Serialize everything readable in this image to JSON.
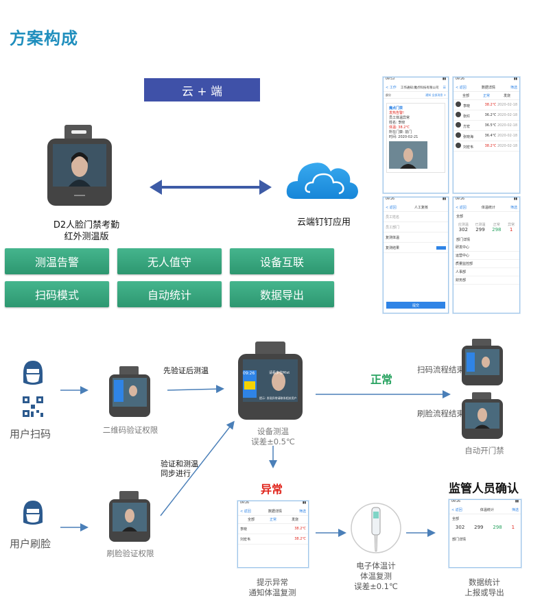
{
  "title": "方案构成",
  "banner": "云 + 端",
  "device_label": [
    "D2人脸门禁考勤",
    "红外测温版"
  ],
  "cloud_label": "云端钉钉应用",
  "features": [
    "测温告警",
    "无人值守",
    "设备互联",
    "扫码模式",
    "自动统计",
    "数据导出"
  ],
  "flow": {
    "user_scan": "用户扫码",
    "user_face": "用户刷脸",
    "qr_verify": "二维码验证权限",
    "face_verify": "刷脸验证权限",
    "verify_then_temp": "先验证后测温",
    "verify_and_temp": [
      "验证和测温",
      "同步进行"
    ],
    "device_temp": [
      "设备测温",
      "误差±0.5℃"
    ],
    "normal": "正常",
    "abnormal": "异常",
    "scan_end": "扫码流程结束",
    "face_end": "刷脸流程结束",
    "auto_open": "自动开门禁",
    "prompt_abnormal": [
      "提示异常",
      "通知体温复测"
    ],
    "thermometer": [
      "电子体温计",
      "体温复测",
      "误差±0.1℃"
    ],
    "supervisor_confirm": "监管人员确认",
    "stats_export": [
      "数据统计",
      "上报或导出"
    ]
  },
  "device_screen": {
    "time": "09:26",
    "status": "请看多位Mist",
    "tip": "提示: 发现异常请联系相关用户"
  },
  "phone1": {
    "time": "09:53",
    "back": "< 工作",
    "title": "工作通知:魔点科技有限公司",
    "tab_left": "部分",
    "tab_right": "通知 全部消息 >",
    "msg_title": "魔点门禁",
    "msg_lines": [
      "发热告警!",
      "员工体温异常",
      "姓名: 李晓",
      "体温: 38.2℃",
      "所在门禁: 前门",
      "时间: 2020-02-21"
    ]
  },
  "phone2": {
    "back": "< 返回",
    "title": "数据详情",
    "action": "筛选",
    "tabs": [
      "全部",
      "正常",
      "发烧"
    ],
    "rows": [
      {
        "name": "李晓",
        "temp": "38.2℃",
        "date": "2020-02-18"
      },
      {
        "name": "张红",
        "temp": "36.2℃",
        "date": "2020-02-18"
      },
      {
        "name": "方宏",
        "temp": "36.5℃",
        "date": "2020-02-18"
      },
      {
        "name": "张晓海",
        "temp": "36.4℃",
        "date": "2020-02-18"
      },
      {
        "name": "刘宏韦",
        "temp": "38.2℃",
        "date": "2020-02-18"
      }
    ]
  },
  "phone3": {
    "back": "< 返回",
    "title": "人工复核",
    "fields": [
      "员工姓名",
      "员工部门",
      "复测体温",
      "复测结果"
    ],
    "submit": "提交"
  },
  "phone4": {
    "back": "< 返回",
    "title": "体温统计",
    "action": "筛选",
    "section": "全部",
    "stats": [
      {
        "label": "应测温",
        "value": "302"
      },
      {
        "label": "已测温",
        "value": "299"
      },
      {
        "label": "正常",
        "value": "298"
      },
      {
        "label": "异常",
        "value": "1"
      }
    ],
    "dept_title": "部门详情",
    "depts": [
      "研发中心",
      "运营中心",
      "质量监控部",
      "人事部",
      "财务部"
    ]
  }
}
